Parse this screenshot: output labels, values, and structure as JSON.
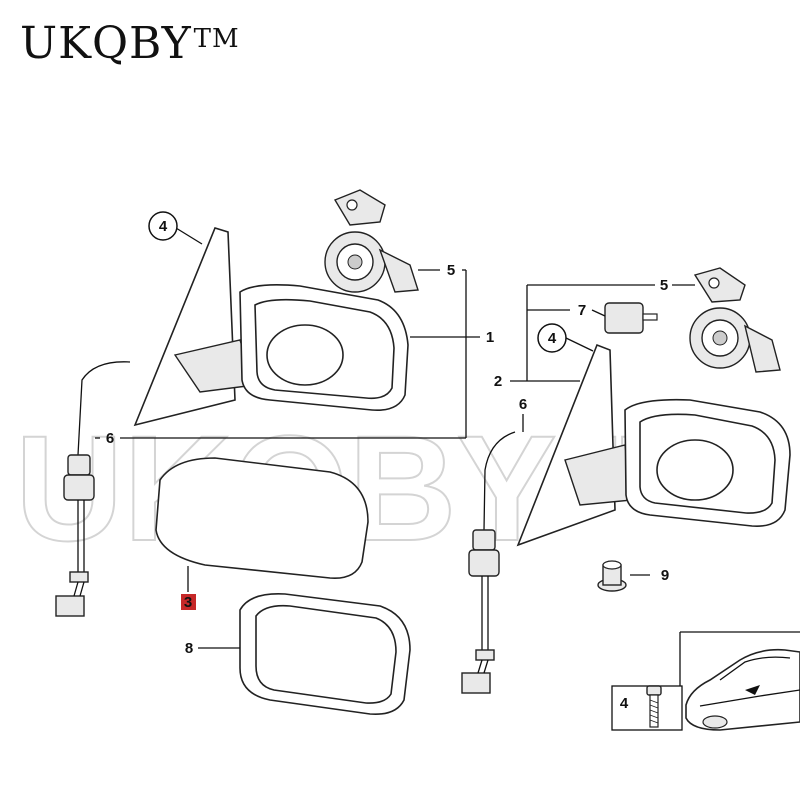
{
  "brand": {
    "name": "UKQBY",
    "trademark": "TM"
  },
  "watermark": "UKQBY™",
  "callouts": {
    "left_4": "4",
    "left_5": "5",
    "left_1": "1",
    "left_6": "6",
    "part_3": "3",
    "part_8": "8",
    "right_5": "5",
    "right_7": "7",
    "right_4": "4",
    "right_2": "2",
    "right_6": "6",
    "part_9": "9",
    "inset_4": "4"
  },
  "colors": {
    "highlight": "#c62828",
    "ink": "#111111"
  }
}
